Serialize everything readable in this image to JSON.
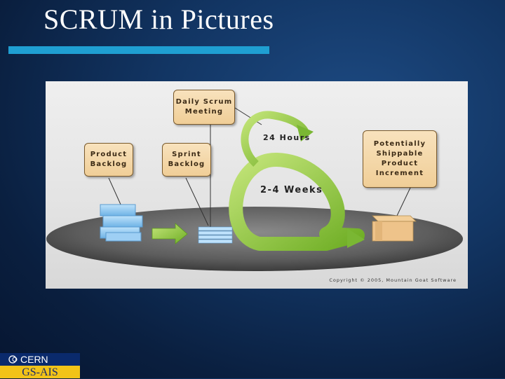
{
  "slide": {
    "title": "SCRUM in Pictures"
  },
  "diagram": {
    "notes": {
      "daily_scrum": "Daily Scrum\nMeeting",
      "product_backlog": "Product\nBacklog",
      "sprint_backlog": "Sprint\nBacklog",
      "increment": "Potentially\nShippable\nProduct\nIncrement"
    },
    "cycle_labels": {
      "daily": "24 Hours",
      "sprint": "2-4 Weeks"
    },
    "copyright": "Copyright © 2005, Mountain Goat Software"
  },
  "footer": {
    "logo_name": "CERN",
    "group": "GS-AIS"
  },
  "colors": {
    "title_bar": "#1f9fd2",
    "arrow_green": "#8cc63f",
    "note_fill": "#f3d39f",
    "logo_blue": "#0a2a6c",
    "logo_yellow": "#f2c318"
  }
}
